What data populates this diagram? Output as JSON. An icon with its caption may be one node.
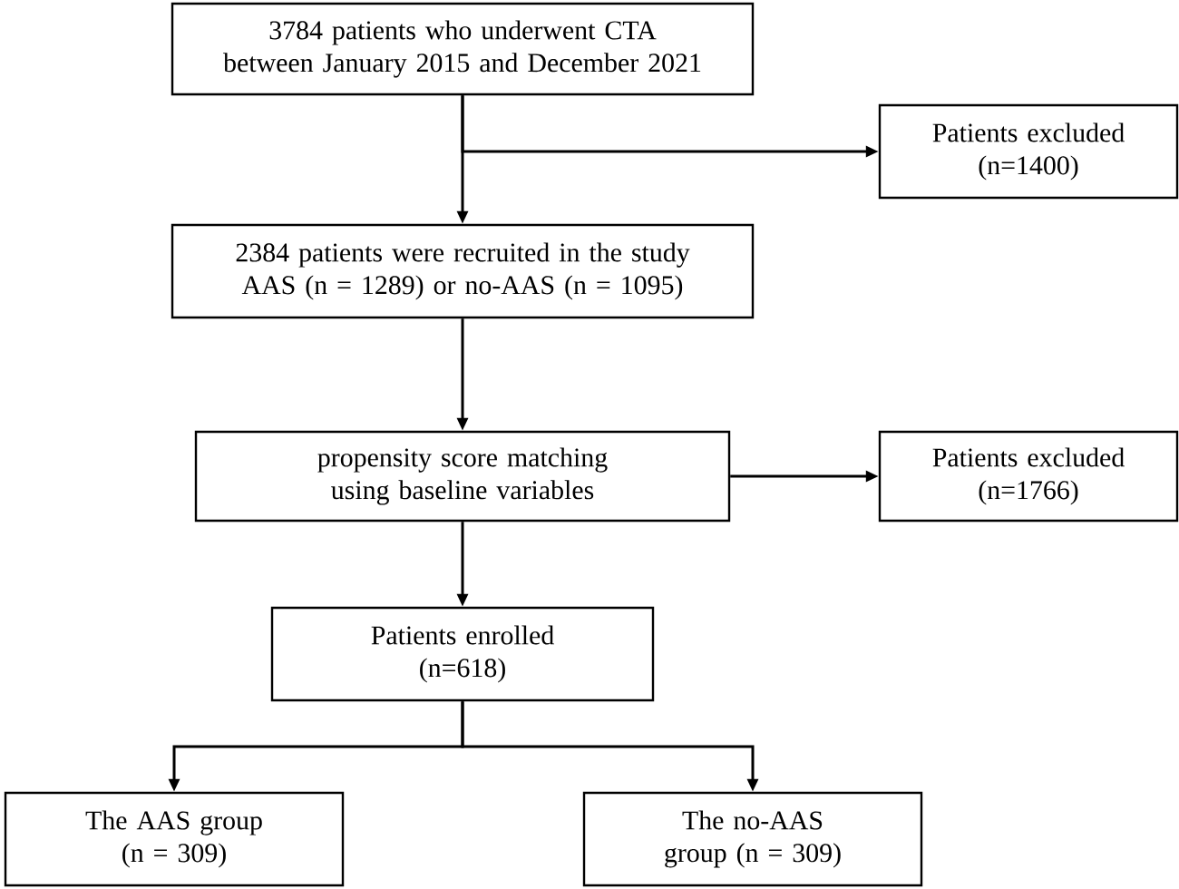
{
  "diagram": {
    "nodes": [
      {
        "text": [
          "3784 patients who underwent CTA between January 2015 and December 2021"
        ]
      },
      {
        "text": [
          "Patients excluded (n=1400)"
        ]
      },
      {
        "text": [
          "2384 patients were recruited in the study AAS (n = 1289) or no-AAS (n = 1095)"
        ]
      },
      {
        "text": [
          "propensity score matching using baseline variables"
        ]
      },
      {
        "text": [
          "Patients excluded (n=1766)"
        ]
      },
      {
        "text": [
          "Patients enrolled (n=618)"
        ]
      },
      {
        "text": [
          "The AAS group (n = 309)"
        ]
      },
      {
        "text": [
          "The no-AAS group (n = 309)"
        ]
      }
    ],
    "edges": [
      {
        "from": 0,
        "to": 2,
        "arrow": "to"
      },
      {
        "from": 0,
        "to": 1,
        "arrow": "to"
      },
      {
        "from": 2,
        "to": 3,
        "arrow": "to"
      },
      {
        "from": 3,
        "to": 4,
        "arrow": "to"
      },
      {
        "from": 3,
        "to": 5,
        "arrow": "to"
      },
      {
        "from": 5,
        "to": 6,
        "arrow": "to"
      },
      {
        "from": 5,
        "to": 7,
        "arrow": "to"
      }
    ]
  }
}
